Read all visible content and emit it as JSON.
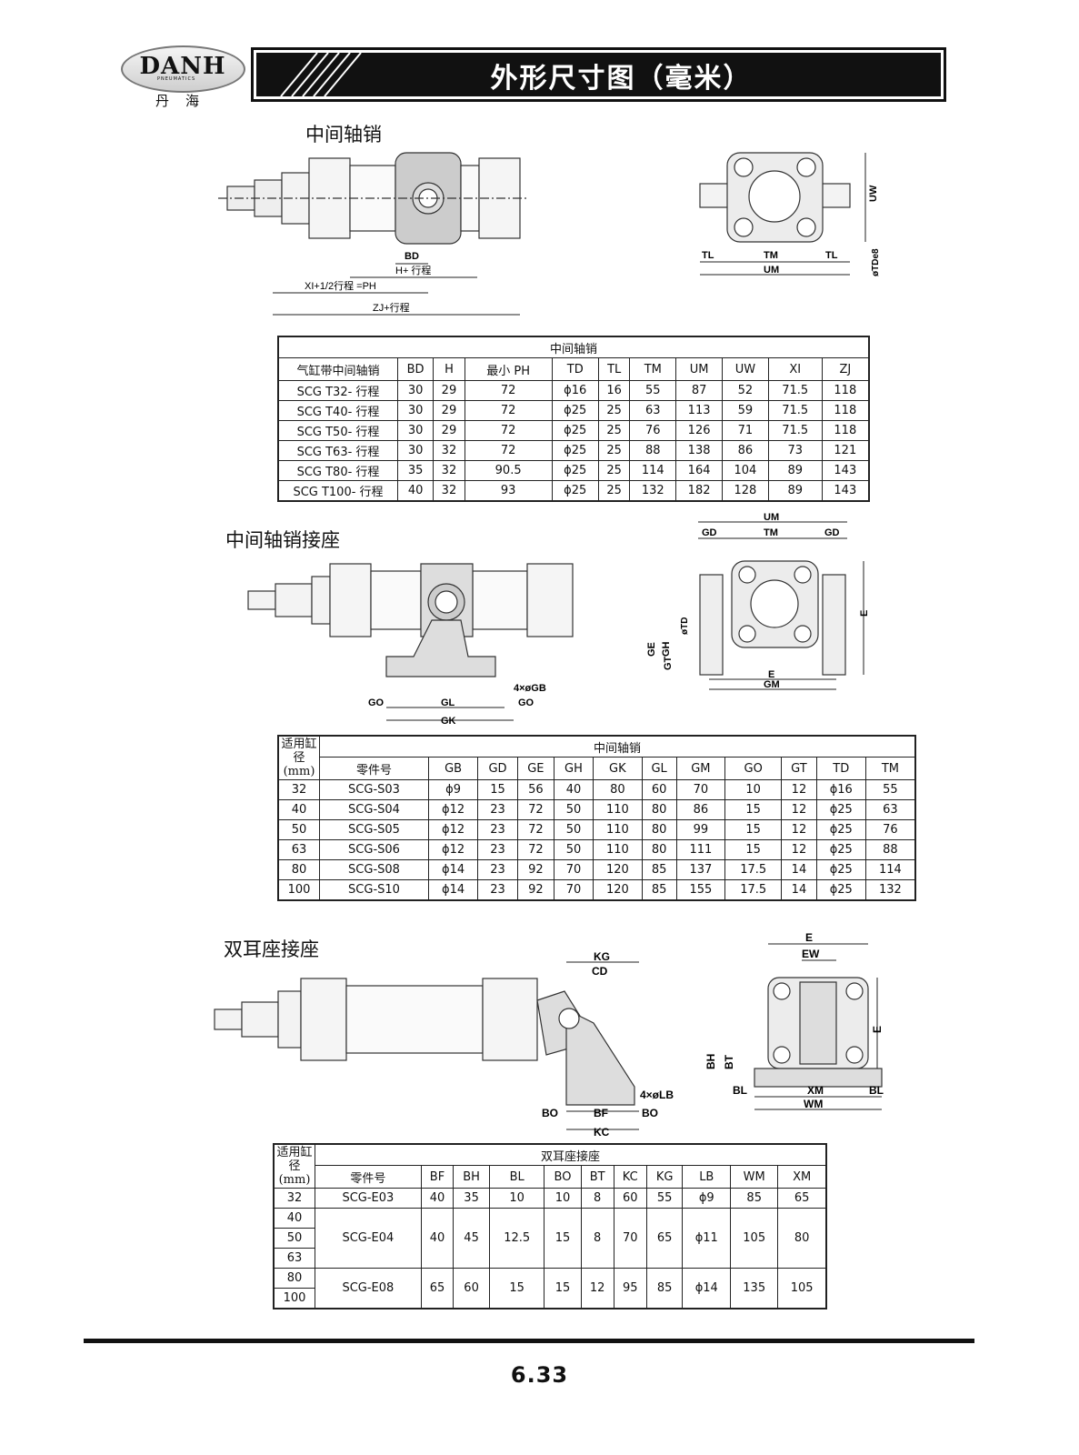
{
  "header": {
    "logo_text": "DANH",
    "logo_sub": "PNEUMATICS",
    "logo_cn": "丹海",
    "title": "外形尺寸图（毫米）"
  },
  "section1": {
    "title": "中间轴销",
    "dims": {
      "BD": "BD",
      "H": "H+ 行程",
      "XI": "XI+1/2行程 =PH",
      "ZJ": "ZJ+行程",
      "TL": "TL",
      "TM": "TM",
      "UM": "UM",
      "UW": "UW",
      "TD": "øTDe8"
    },
    "table": {
      "caption": "中间轴销",
      "headers": [
        "气缸带中间轴销",
        "BD",
        "H",
        "最小 PH",
        "TD",
        "TL",
        "TM",
        "UM",
        "UW",
        "XI",
        "ZJ"
      ],
      "rows": [
        [
          "SCG T32- 行程",
          "30",
          "29",
          "72",
          "ϕ16",
          "16",
          "55",
          "87",
          "52",
          "71.5",
          "118"
        ],
        [
          "SCG T40- 行程",
          "30",
          "29",
          "72",
          "ϕ25",
          "25",
          "63",
          "113",
          "59",
          "71.5",
          "118"
        ],
        [
          "SCG T50- 行程",
          "30",
          "29",
          "72",
          "ϕ25",
          "25",
          "76",
          "126",
          "71",
          "71.5",
          "118"
        ],
        [
          "SCG T63- 行程",
          "30",
          "32",
          "72",
          "ϕ25",
          "25",
          "88",
          "138",
          "86",
          "73",
          "121"
        ],
        [
          "SCG T80- 行程",
          "35",
          "32",
          "90.5",
          "ϕ25",
          "25",
          "114",
          "164",
          "104",
          "89",
          "143"
        ],
        [
          "SCG T100- 行程",
          "40",
          "32",
          "93",
          "ϕ25",
          "25",
          "132",
          "182",
          "128",
          "89",
          "143"
        ]
      ]
    }
  },
  "section2": {
    "title": "中间轴销接座",
    "dims": {
      "GO": "GO",
      "GL": "GL",
      "GK": "GK",
      "GB": "4×øGB",
      "UM": "UM",
      "GD": "GD",
      "TM": "TM",
      "E": "E",
      "GM": "GM",
      "GE": "GE",
      "GH": "GH",
      "GT": "GT",
      "TD": "øTD"
    },
    "table": {
      "caption": "中间轴销",
      "bore_header": "适用缸径(mm)",
      "headers": [
        "零件号",
        "GB",
        "GD",
        "GE",
        "GH",
        "GK",
        "GL",
        "GM",
        "GO",
        "GT",
        "TD",
        "TM"
      ],
      "rows": [
        [
          "32",
          "SCG-S03",
          "ϕ9",
          "15",
          "56",
          "40",
          "80",
          "60",
          "70",
          "10",
          "12",
          "ϕ16",
          "55"
        ],
        [
          "40",
          "SCG-S04",
          "ϕ12",
          "23",
          "72",
          "50",
          "110",
          "80",
          "86",
          "15",
          "12",
          "ϕ25",
          "63"
        ],
        [
          "50",
          "SCG-S05",
          "ϕ12",
          "23",
          "72",
          "50",
          "110",
          "80",
          "99",
          "15",
          "12",
          "ϕ25",
          "76"
        ],
        [
          "63",
          "SCG-S06",
          "ϕ12",
          "23",
          "72",
          "50",
          "110",
          "80",
          "111",
          "15",
          "12",
          "ϕ25",
          "88"
        ],
        [
          "80",
          "SCG-S08",
          "ϕ14",
          "23",
          "92",
          "70",
          "120",
          "85",
          "137",
          "17.5",
          "14",
          "ϕ25",
          "114"
        ],
        [
          "100",
          "SCG-S10",
          "ϕ14",
          "23",
          "92",
          "70",
          "120",
          "85",
          "155",
          "17.5",
          "14",
          "ϕ25",
          "132"
        ]
      ]
    }
  },
  "section3": {
    "title": "双耳座接座",
    "dims": {
      "KG": "KG",
      "CD": "CD",
      "LB": "4×øLB",
      "BO": "BO",
      "BF": "BF",
      "KC": "KC",
      "E": "E",
      "EW": "EW",
      "BH": "BH",
      "BT": "BT",
      "BL": "BL",
      "XM": "XM",
      "WM": "WM"
    },
    "table": {
      "caption": "双耳座接座",
      "bore_header": "适用缸径(mm)",
      "headers": [
        "零件号",
        "BF",
        "BH",
        "BL",
        "BO",
        "BT",
        "KC",
        "KG",
        "LB",
        "WM",
        "XM"
      ],
      "groups": [
        {
          "bores": [
            "32"
          ],
          "values": [
            "SCG-E03",
            "40",
            "35",
            "10",
            "10",
            "8",
            "60",
            "55",
            "ϕ9",
            "85",
            "65"
          ]
        },
        {
          "bores": [
            "40",
            "50",
            "63"
          ],
          "values": [
            "SCG-E04",
            "40",
            "45",
            "12.5",
            "15",
            "8",
            "70",
            "65",
            "ϕ11",
            "105",
            "80"
          ]
        },
        {
          "bores": [
            "80",
            "100"
          ],
          "values": [
            "SCG-E08",
            "65",
            "60",
            "15",
            "15",
            "12",
            "95",
            "85",
            "ϕ14",
            "135",
            "105"
          ]
        }
      ]
    }
  },
  "footer": {
    "page": "6.33"
  }
}
